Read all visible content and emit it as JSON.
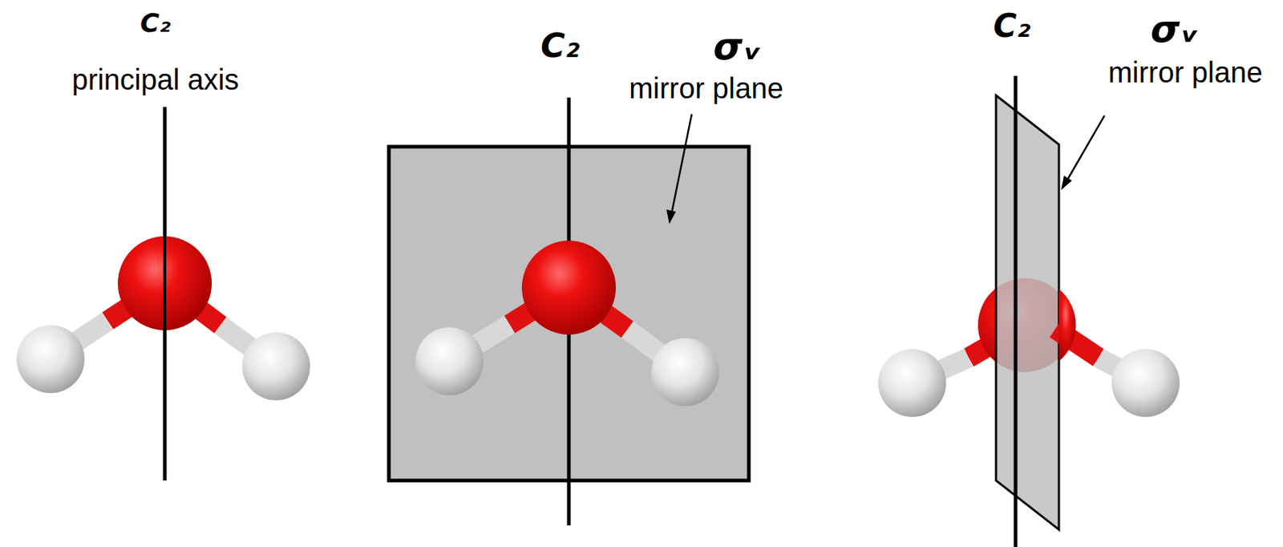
{
  "diagram": {
    "labels": [
      "C₂",
      "principal axis",
      "C₂",
      "σᵥ",
      "mirror plane",
      "C₂",
      "σᵥ",
      "mirror plane"
    ]
  }
}
